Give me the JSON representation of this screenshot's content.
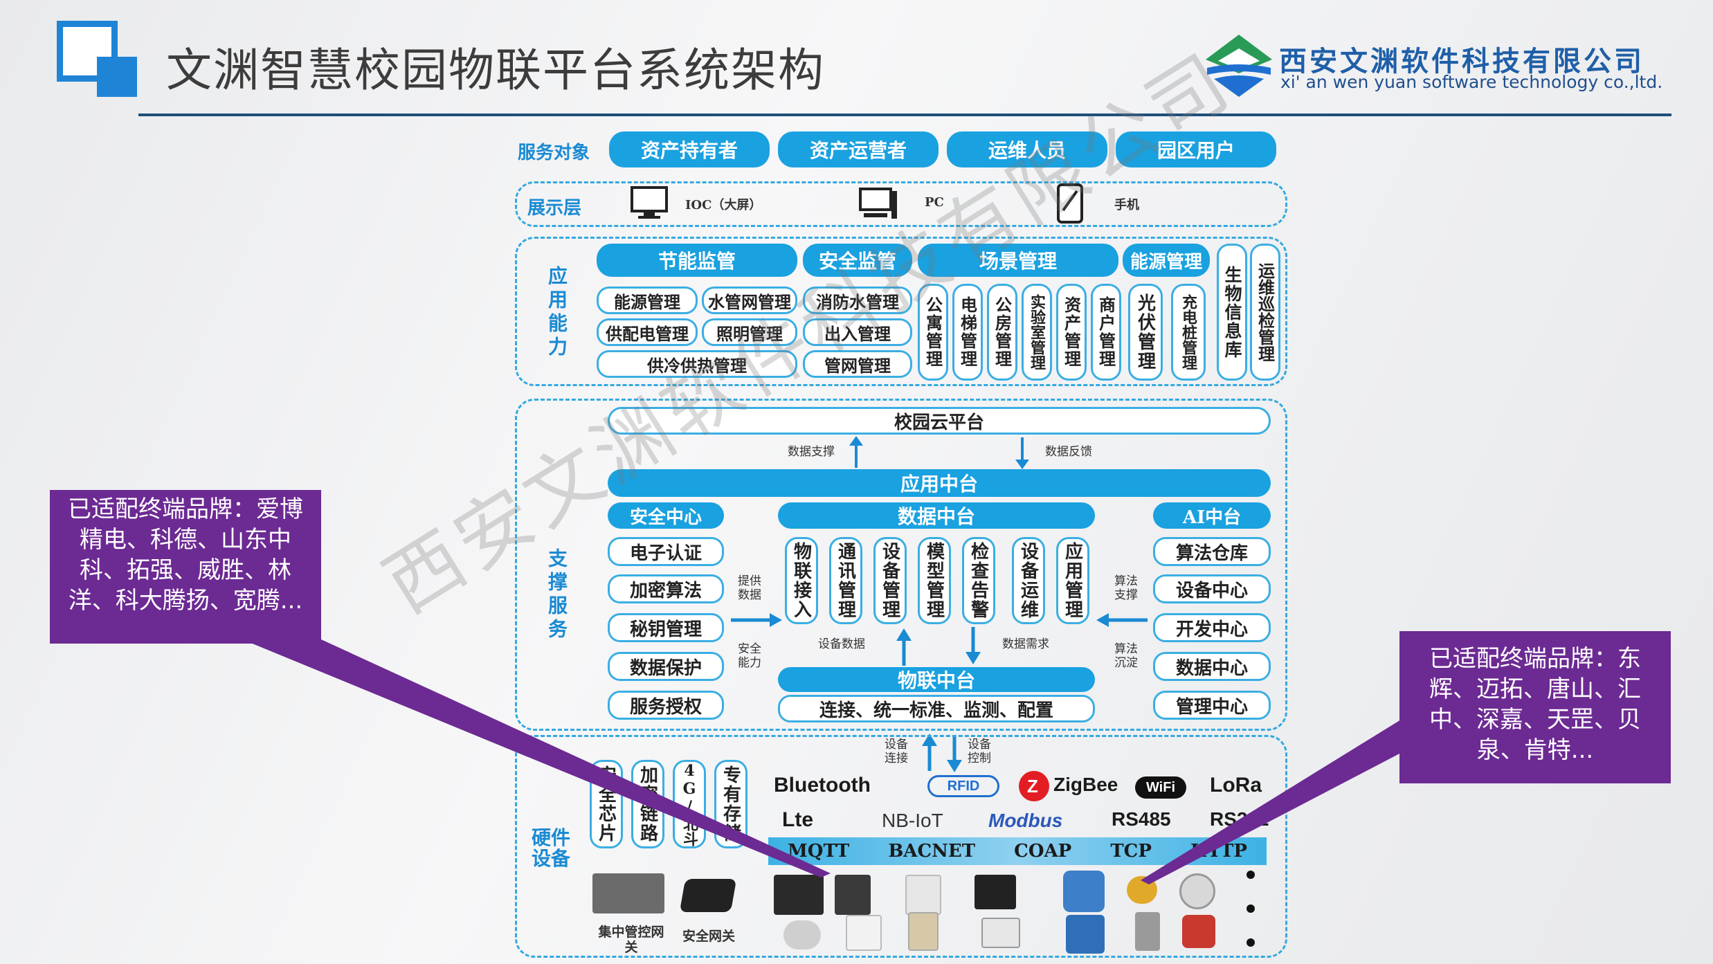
{
  "header": {
    "title": "文渊智慧校园物联平台系统架构",
    "company_cn": "西安文渊软件科技有限公司",
    "company_en": "xi' an wen yuan software technology co.,ltd."
  },
  "layers": {
    "service_targets": {
      "label": "服务对象",
      "items": [
        "资产持有者",
        "资产运营者",
        "运维人员",
        "园区用户"
      ]
    },
    "display": {
      "label": "展示层",
      "items": [
        "IOC（大屏）",
        "PC",
        "手机"
      ]
    },
    "application": {
      "label": "应用能力",
      "energy_monitor": "节能监管",
      "safety_monitor": "安全监管",
      "scene_manage": "场景管理",
      "energy_manage": "能源管理",
      "energy_items": [
        "能源管理",
        "水管网管理",
        "供配电管理",
        "照明管理",
        "供冷供热管理"
      ],
      "safety_items": [
        "消防水管理",
        "出入管理",
        "管网管理"
      ],
      "scene_items": [
        "公寓管理",
        "电梯管理",
        "公房管理",
        "实验室管理",
        "资产管理",
        "商户管理"
      ],
      "energy_sub": [
        "光伏管理",
        "充电桩管理"
      ],
      "bio": "生物信息库",
      "ops": "运维巡检管理"
    },
    "support": {
      "label": "支撑服务",
      "cloud": "校园云平台",
      "data_support": "数据支撑",
      "data_feedback": "数据反馈",
      "app_platform": "应用中台",
      "security_center": "安全中心",
      "security_items": [
        "电子认证",
        "加密算法",
        "秘钥管理",
        "数据保护",
        "服务授权"
      ],
      "data_platform": "数据中台",
      "data_items": [
        "物联接入",
        "通讯管理",
        "设备管理",
        "模型管理",
        "检查告警",
        "设备运维",
        "应用管理"
      ],
      "ai_platform": "AI中台",
      "ai_items": [
        "算法仓库",
        "设备中心",
        "开发中心",
        "数据中心",
        "管理中心"
      ],
      "provide_data": "提供数据",
      "safe_ability": "安全能力",
      "algo_support": "算法支撑",
      "algo_deposit": "算法沉淀",
      "device_data": "设备数据",
      "data_demand": "数据需求",
      "iot_platform": "物联中台",
      "iot_desc": "连接、统一标准、监测、配置",
      "device_connect": "设备连接",
      "device_control": "设备控制"
    },
    "hardware": {
      "label": "硬件设备",
      "security_items": [
        "安全芯片",
        "加密链路",
        "4G/北斗",
        "专有存储"
      ],
      "protocols_row1": [
        "Bluetooth",
        "RFID",
        "ZigBee",
        "WiFi",
        "LoRa"
      ],
      "protocols_row2": [
        "Lte",
        "NB-IoT",
        "Modbus",
        "RS485",
        "RS232"
      ],
      "bus": [
        "MQTT",
        "BACNET",
        "COAP",
        "TCP",
        "HTTP"
      ],
      "gateway1": "集中管控网关",
      "gateway2": "安全网关"
    }
  },
  "callouts": {
    "left": "已适配终端品牌：爱博精电、科德、山东中科、拓强、威胜、林洋、科大腾扬、宽腾...",
    "right": "已适配终端品牌：东辉、迈拓、唐山、汇中、深嘉、天罡、贝泉、肯特..."
  },
  "watermark": "西安文渊软件科技有限公司",
  "colors": {
    "accent": "#1aa1e0",
    "title_bar": "#1e4f7a",
    "callout": "#6c2a93"
  }
}
